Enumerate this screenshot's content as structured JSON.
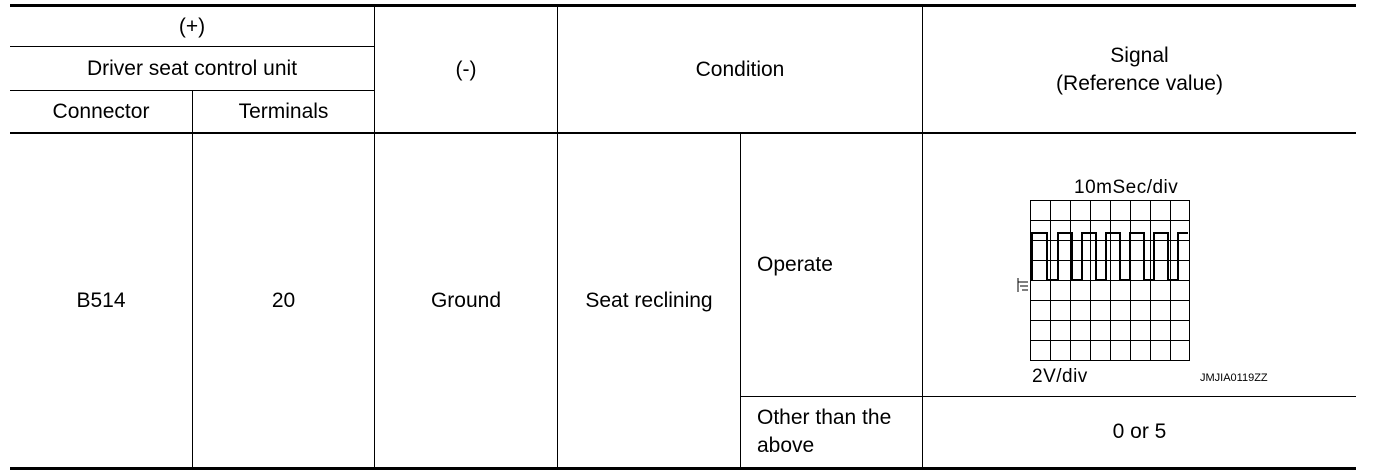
{
  "table": {
    "header": {
      "plus": "(+)",
      "unit": "Driver seat control unit",
      "connector": "Connector",
      "terminals": "Terminals",
      "minus": "(-)",
      "condition": "Condition",
      "signal_line1": "Signal",
      "signal_line2": "(Reference value)"
    },
    "row": {
      "connector": "B514",
      "terminal": "20",
      "minus": "Ground",
      "condition": "Seat reclining",
      "sub_operate": "Operate",
      "sub_other_line1": "Other than the",
      "sub_other_line2": "above",
      "value_other": "0 or 5"
    }
  },
  "waveform": {
    "time_div": "10mSec/div",
    "volt_div": "2V/div",
    "figure_code": "JMJIA0119ZZ"
  }
}
